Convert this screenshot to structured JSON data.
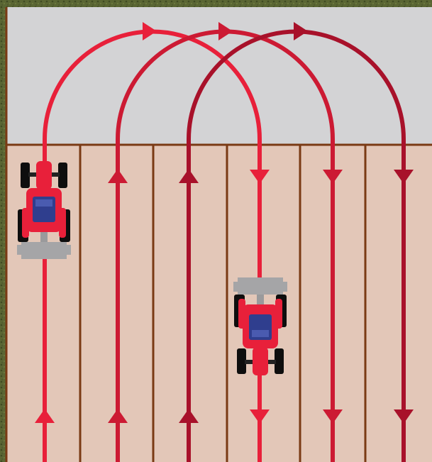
{
  "diagram": {
    "kind": "tractor-field-pattern",
    "colors": {
      "grass": "#5a6633",
      "grass_dark": "#3f4a22",
      "headland": "#d3d3d5",
      "field": "#e3c7b8",
      "field_divider": "#7a3a14",
      "field_border": "#7a3a14",
      "path_1": "#e8203a",
      "path_2": "#cc1a33",
      "path_3": "#a8112a",
      "tractor_body": "#e8203a",
      "tractor_cab": "#2f3e8e",
      "tractor_tire": "#0e0e0e",
      "implement": "#a5a5a7"
    },
    "paths": [
      {
        "name": "path-1",
        "color_key": "path_1",
        "up_direction": "up",
        "down_direction": "down"
      },
      {
        "name": "path-2",
        "color_key": "path_2",
        "up_direction": "up",
        "down_direction": "down"
      },
      {
        "name": "path-3",
        "color_key": "path_3",
        "up_direction": "up",
        "down_direction": "down"
      }
    ],
    "tractors": [
      {
        "name": "tractor-left",
        "heading": "up"
      },
      {
        "name": "tractor-right",
        "heading": "down"
      }
    ],
    "field_strips": 6,
    "icons": [
      "tractor-icon",
      "arrow-up-icon",
      "arrow-down-icon",
      "arrow-right-icon"
    ]
  }
}
